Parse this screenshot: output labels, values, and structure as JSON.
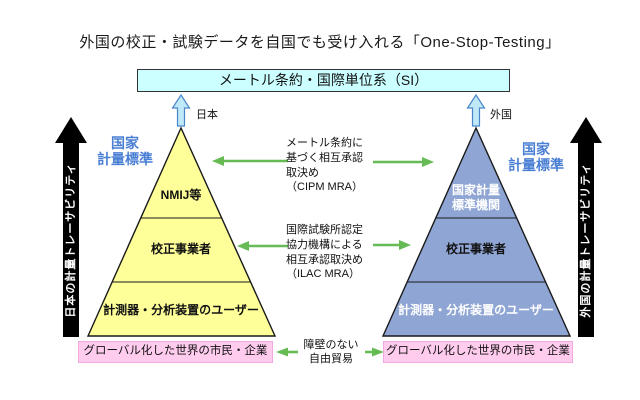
{
  "title": "外国の校正・試験データを自国でも受け入れる「One-Stop-Testing」",
  "si_box": "メートル条約・国際単位系（SI）",
  "connectors": {
    "japan": "日本",
    "foreign": "外国"
  },
  "traceability": {
    "japan": "日本の計量トレーサビリティ",
    "foreign": "外国の計量トレーサビリティ"
  },
  "national_standards_label": {
    "line1": "国家",
    "line2": "計量標準"
  },
  "japan_pyramid": {
    "level1": "NMIJ等",
    "level2": "校正事業者",
    "level3": "計測器・分析装置のユーザー"
  },
  "foreign_pyramid": {
    "level1_line1": "国家計量",
    "level1_line2": "標準機関",
    "level2": "校正事業者",
    "level3": "計測器・分析装置のユーザー"
  },
  "cipm_mra": {
    "line1": "メートル条約に",
    "line2": "基づく相互承認",
    "line3": "取決め",
    "line4": "（CIPM MRA）"
  },
  "ilac_mra": {
    "line1": "国際試験所認定",
    "line2": "協力機構による",
    "line3": "相互承認取決め",
    "line4": "（ILAC MRA）"
  },
  "free_trade": {
    "line1": "障壁のない",
    "line2": "自由貿易"
  },
  "citizens_box": {
    "japan": "グローバル化した世界の市民・企業",
    "foreign": "グローバル化した世界の市民・企業"
  },
  "colors": {
    "japan_pyramid_fill": "#ffff99",
    "foreign_pyramid_fill": "#8fa5d4",
    "si_box_bg": "#ccffff",
    "pink_box_bg": "#ffccee",
    "green_arrow": "#66bb55",
    "blue_label": "#4a7fd4",
    "connector_fill": "#bfe9f7",
    "connector_stroke": "#4a86c8",
    "traceability_arrow": "#000000"
  }
}
